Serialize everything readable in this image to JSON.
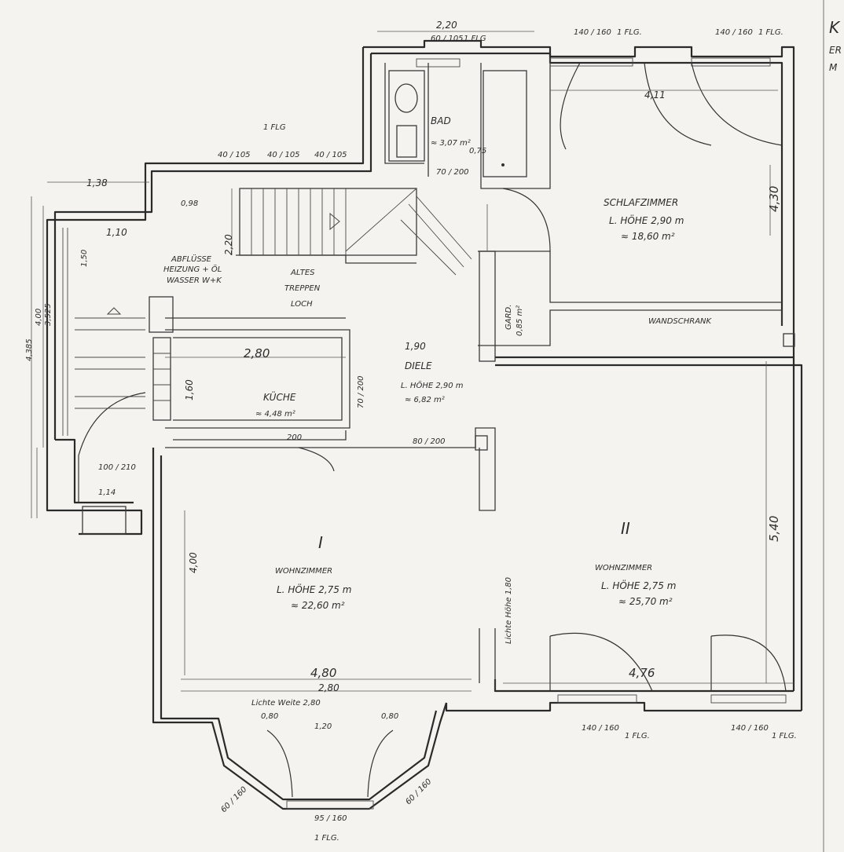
{
  "corner_text": [
    "K",
    "ER",
    "M"
  ],
  "rooms": {
    "bad": {
      "name": "BAD",
      "area": "≈ 3,07 m²"
    },
    "schlafzimmer": {
      "name": "SCHLAFZIMMER",
      "height": "L. HÖHE 2,90 m",
      "area": "≈ 18,60 m²"
    },
    "wandschrank": {
      "name": "WANDSCHRANK"
    },
    "garderobe": {
      "name": "GARD.",
      "dim": "0,85 m²"
    },
    "abflusse": {
      "line1": "ABFLÜSSE",
      "line2": "HEIZUNG + ÖL",
      "line3": "WASSER W+K"
    },
    "altes_treppenloch": {
      "line1": "ALTES",
      "line2": "TREPPEN",
      "line3": "LOCH"
    },
    "kueche": {
      "name": "KÜCHE",
      "area": "≈ 4,48 m²"
    },
    "diele": {
      "name": "DIELE",
      "height": "L. HÖHE 2,90 m",
      "area": "≈ 6,82 m²"
    },
    "wohnzimmer_1": {
      "number": "I",
      "name": "WOHNZIMMER",
      "height": "L. HÖHE 2,75 m",
      "area": "≈ 22,60 m²"
    },
    "wohnzimmer_2": {
      "number": "II",
      "name": "WOHNZIMMER",
      "height": "L. HÖHE 2,75 m",
      "area": "≈ 25,70 m²"
    }
  },
  "dimensions": {
    "top_2_20": "2,20",
    "top_60_105": "60 / 105",
    "top_1flg": "1 FLG",
    "top_140_160_a": "140 / 160",
    "top_1flg_a": "1 FLG.",
    "top_140_160_b": "140 / 160",
    "top_1flg_b": "1 FLG.",
    "w40_1": "40 / 105",
    "w40_2": "40 / 105",
    "w40_3": "40 / 105",
    "flg_left": "1 FLG",
    "d_1_38": "1,38",
    "d_0_98": "0,98",
    "d_1_10": "1,10",
    "d_1_50": "1,50",
    "d_2_20": "2,20",
    "d_4_11": "4,11",
    "d_4_30": "4,30",
    "d_2_80": "2,80",
    "d_1_60": "1,60",
    "d_1_90": "1,90",
    "d_4_00": "4,00",
    "d_5_40": "5,40",
    "d_4_80": "4,80",
    "d_2_80b": "2,80",
    "d_4_76": "4,76",
    "d_1_14": "1,14",
    "d_0_75": "0,75",
    "d_4_385": "4,385",
    "d_4_00v": "4,00",
    "d_3_525": "3,525",
    "door_70_200": "70 / 200",
    "door_70_200b": "70 / 200",
    "door_80_200": "80 / 200",
    "door_100_210": "100 / 210",
    "door_200": "200",
    "lichte_weite": "Lichte Weite 2,80",
    "lichte_hoehe": "Lichte Höhe 1,80",
    "bay_0_80a": "0,80",
    "bay_1_20": "1,20",
    "bay_0_80b": "0,80",
    "bay_95_160": "95 / 160",
    "bay_1flg": "1 FLG.",
    "bottom_140_160_a": "140 / 160",
    "bottom_1flg_a": "1 FLG.",
    "bottom_140_160_b": "140 / 160",
    "bottom_1flg_b": "1 FLG.",
    "bay_60_160a": "60 / 160",
    "bay_60_160b": "60 / 160"
  }
}
